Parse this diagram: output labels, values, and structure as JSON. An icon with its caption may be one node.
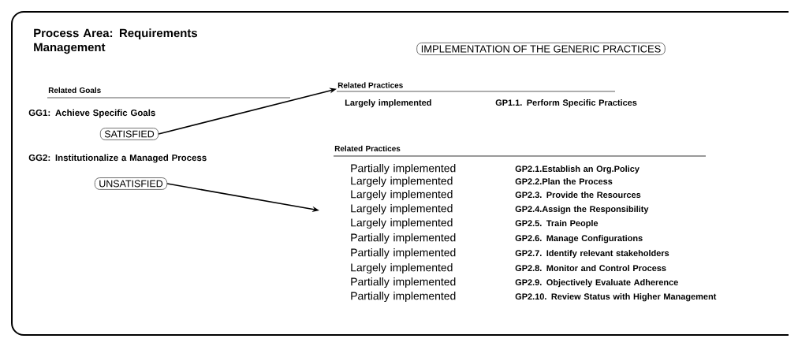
{
  "diagram": {
    "title": "Process Area: Requirements Management",
    "nodes": [
      {
        "text": [
          "SATISFIED"
        ]
      },
      {
        "text": [
          "UNSATISFIED"
        ]
      },
      {
        "text": [
          "IMPLEMENTATION OF THE GENERIC PRACTICES"
        ]
      },
      {
        "text": [
          "Related Practices"
        ]
      }
    ],
    "edges": [
      {
        "from": 0,
        "to": 3,
        "arrow": "to"
      },
      {
        "from": 1,
        "to": null,
        "arrow": "to"
      }
    ],
    "labels": [
      "Related Goals",
      "GG1: Achieve Specific Goals",
      "GG2: Institutionalize  a Managed Process",
      "Largely implemented",
      "GP1.1. Perform Specific Practices",
      "Related Practices",
      "Partially implemented",
      "GP2.1.Establish an Org.Policy",
      "Largely implemented",
      "GP2.2.Plan the Process",
      "Largely implemented",
      "GP2.3. Provide the Resources",
      "Largely implemented",
      "GP2.4.Assign the Responsibility",
      "Largely implemented",
      "GP2.5. Train People",
      "Partially implemented",
      "GP2.6. Manage Configurations",
      "Partially implemented",
      "GP2.7. Identify relevant stakeholders",
      "Largely implemented",
      "GP2.8. Monitor and Control Process",
      "Partially implemented",
      "GP2.9. Objectively Evaluate Adherence",
      "Partially implemented",
      "GP2.10. Review Status with Higher Management"
    ]
  }
}
